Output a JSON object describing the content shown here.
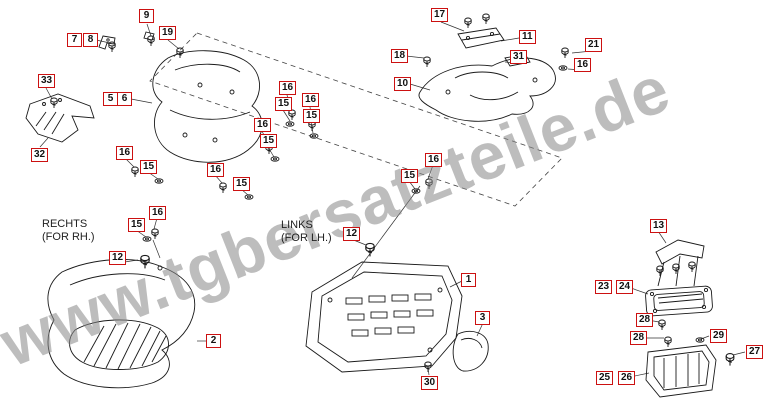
{
  "diagram": {
    "watermark": "www.tgbersatzteile.de",
    "right_side_label": {
      "line1": "RECHTS",
      "line2": "(FOR RH.)"
    },
    "left_side_label": {
      "line1": "LINKS",
      "line2": "(FOR LH.)"
    },
    "colors": {
      "callout_border": "#cc1111",
      "line_art": "#1a1a1a",
      "watermark": "#878787",
      "background": "#ffffff"
    },
    "callouts": [
      {
        "label": "9"
      },
      {
        "label": "7"
      },
      {
        "label": "8"
      },
      {
        "label": "19"
      },
      {
        "label": "17"
      },
      {
        "label": "11"
      },
      {
        "label": "18"
      },
      {
        "label": "21"
      },
      {
        "label": "31"
      },
      {
        "label": "16"
      },
      {
        "label": "10"
      },
      {
        "label": "33"
      },
      {
        "label": "5"
      },
      {
        "label": "6"
      },
      {
        "label": "16"
      },
      {
        "label": "15"
      },
      {
        "label": "16"
      },
      {
        "label": "15"
      },
      {
        "label": "16"
      },
      {
        "label": "15"
      },
      {
        "label": "32"
      },
      {
        "label": "16"
      },
      {
        "label": "15"
      },
      {
        "label": "16"
      },
      {
        "label": "15"
      },
      {
        "label": "16"
      },
      {
        "label": "15"
      },
      {
        "label": "16"
      },
      {
        "label": "15"
      },
      {
        "label": "12"
      },
      {
        "label": "13"
      },
      {
        "label": "12"
      },
      {
        "label": "1"
      },
      {
        "label": "23"
      },
      {
        "label": "24"
      },
      {
        "label": "3"
      },
      {
        "label": "2"
      },
      {
        "label": "28"
      },
      {
        "label": "28"
      },
      {
        "label": "29"
      },
      {
        "label": "27"
      },
      {
        "label": "30"
      },
      {
        "label": "25"
      },
      {
        "label": "26"
      }
    ]
  }
}
